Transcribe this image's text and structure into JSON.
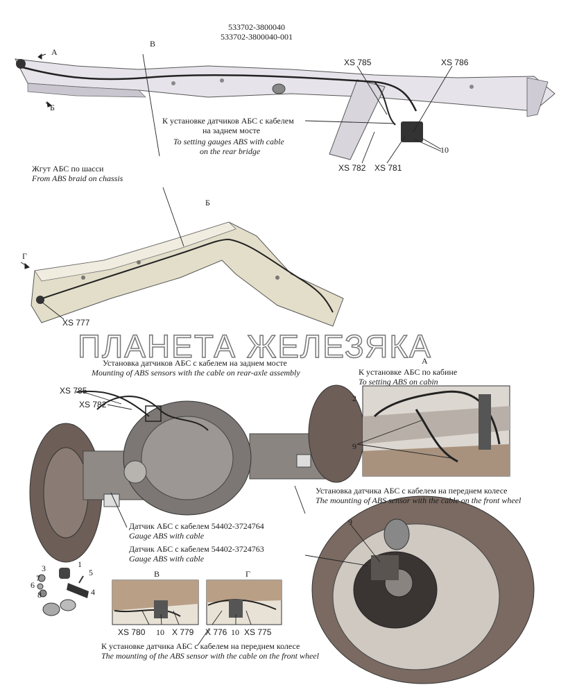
{
  "header": {
    "part1": "533702-3800040",
    "part2": "533702-3800040-001"
  },
  "views": {
    "a": "А",
    "b": "Б",
    "v": "В",
    "g": "Г"
  },
  "connectors": {
    "xs785": "XS 785",
    "xs786": "XS 786",
    "xs782": "XS 782",
    "xs781": "XS 781",
    "xs777": "XS 777",
    "xs780": "XS 780",
    "x779": "X 779",
    "x776": "X 776",
    "xs775": "XS 775"
  },
  "numbers": {
    "n1": "1",
    "n2": "2",
    "n3": "3",
    "n4": "4",
    "n5": "5",
    "n6": "6",
    "n7": "7",
    "n8": "8",
    "n9": "9",
    "n10": "10"
  },
  "captions": {
    "rear_ru1": "К установке датчиков АБС с кабелем",
    "rear_ru2": "на заднем мосте",
    "rear_en1": "To setting gauges ABS with  cable",
    "rear_en2": "on the rear bridge",
    "harness_ru": "Жгут АБС по шасси",
    "harness_en": "From ABS braid on chassis",
    "mount_rear_ru": "Установка датчиков АБС с кабелем на заднем мосте",
    "mount_rear_en": "Mounting of ABS sensors with the cable on  rear-axle assembly",
    "cabin_ru": "К установке АБС по кабине",
    "cabin_en": "To setting ABS  on  cabin",
    "front_ru": "Установка датчика АБС с кабелем на переднем колесе",
    "front_en": "The mounting of ABS sensor with the cable on the front wheel",
    "gauge1_ru": "Датчик АБС с кабелем 54402-3724764",
    "gauge1_en": "Gauge ABS with  cable",
    "gauge2_ru": "Датчик АБС с кабелем 54402-3724763",
    "gauge2_en": "Gauge ABS with  cable",
    "bottom_ru": "К установке датчика АБС с кабелем на переднем колесе",
    "bottom_en": "The mounting of the  ABS sensor with the cable on the front wheel"
  },
  "watermark": "ПЛАНЕТА ЖЕЛЕЗЯКА"
}
